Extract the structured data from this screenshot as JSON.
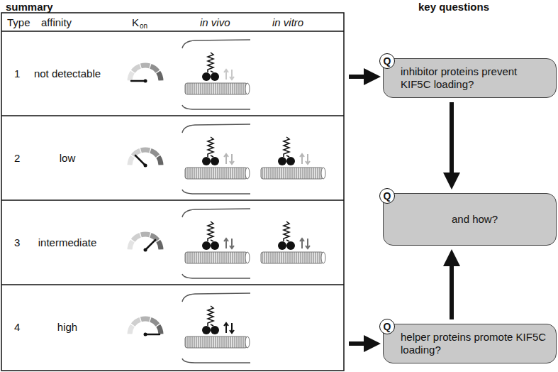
{
  "diagram": {
    "nodes": [
      {
        "text": [
          "inhibitor proteins prevent KIF5C loading?"
        ]
      },
      {
        "text": [
          "Q"
        ],
        "in": 0
      },
      {
        "text": [
          "and how?"
        ]
      },
      {
        "text": [
          "Q"
        ],
        "in": 2
      },
      {
        "text": [
          "helper proteins promote KIF5C loading?"
        ]
      },
      {
        "text": [
          "Q"
        ],
        "in": 4
      }
    ],
    "edges": [
      {
        "from": 0,
        "to": 2,
        "arrow": "to"
      },
      {
        "from": 4,
        "to": 2,
        "arrow": "to"
      }
    ],
    "labels": [
      "summary",
      "Type",
      "affinity",
      "K",
      "on",
      "in vivo",
      "in vitro",
      "1",
      "not detectable",
      "2",
      "low",
      "3",
      "intermediate",
      "4",
      "high",
      "key questions"
    ]
  }
}
